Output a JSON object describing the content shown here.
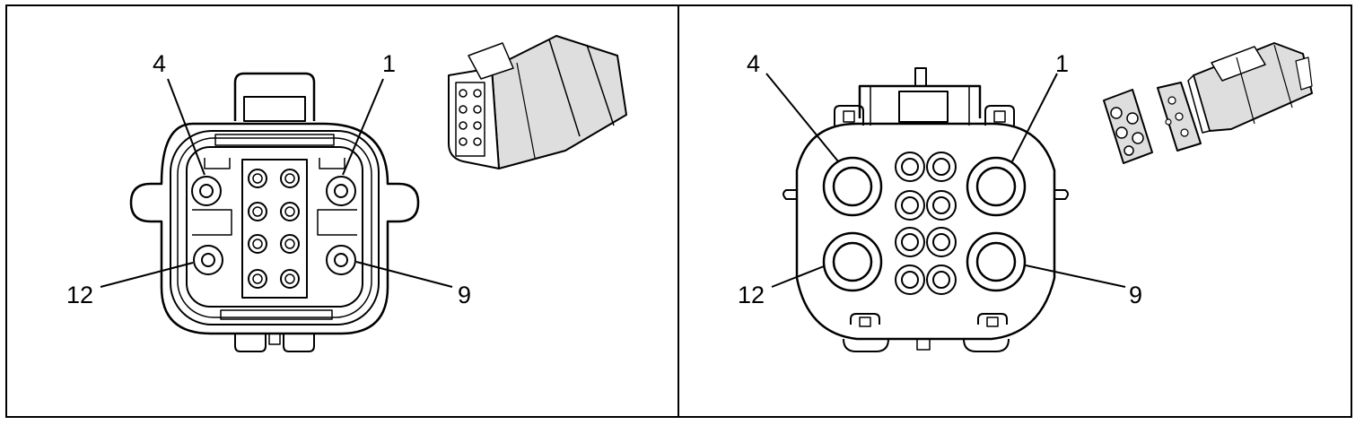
{
  "panels": [
    {
      "view": "terminal-side",
      "pin_labels": {
        "top_left": "4",
        "top_right": "1",
        "bottom_left": "12",
        "bottom_right": "9"
      },
      "inset_icon": "connector-isometric-icon"
    },
    {
      "view": "wire-side",
      "pin_labels": {
        "top_left": "4",
        "top_right": "1",
        "bottom_left": "12",
        "bottom_right": "9"
      },
      "inset_icon": "connector-exploded-icon"
    }
  ],
  "colors": {
    "line": "#000000",
    "background": "#ffffff",
    "inset_fill": "#dedede"
  }
}
